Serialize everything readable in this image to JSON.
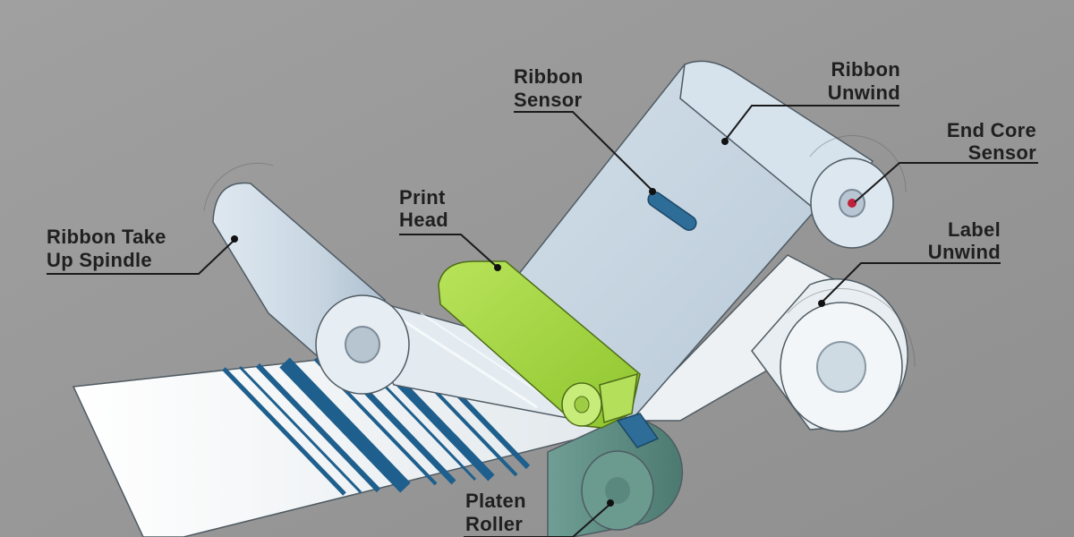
{
  "colors": {
    "background": "#979797",
    "ribbon": "#cad8e4",
    "print_head": "#a4d640",
    "label_paper": "#eef2f4",
    "barcode": "#1e5f8d",
    "platen": "#5e8e84",
    "sensor": "#2d6d98",
    "end_core_dot": "#c0213a"
  },
  "labels": {
    "ribbon_sensor": [
      "Ribbon",
      "Sensor"
    ],
    "ribbon_unwind": [
      "Ribbon",
      "Unwind"
    ],
    "end_core_sensor": [
      "End Core",
      "Sensor"
    ],
    "label_unwind": [
      "Label",
      "Unwind"
    ],
    "print_head": [
      "Print",
      "Head"
    ],
    "ribbon_take_up_spindle": [
      "Ribbon Take",
      "Up Spindle"
    ],
    "platen_roller": [
      "Platen",
      "Roller"
    ]
  }
}
